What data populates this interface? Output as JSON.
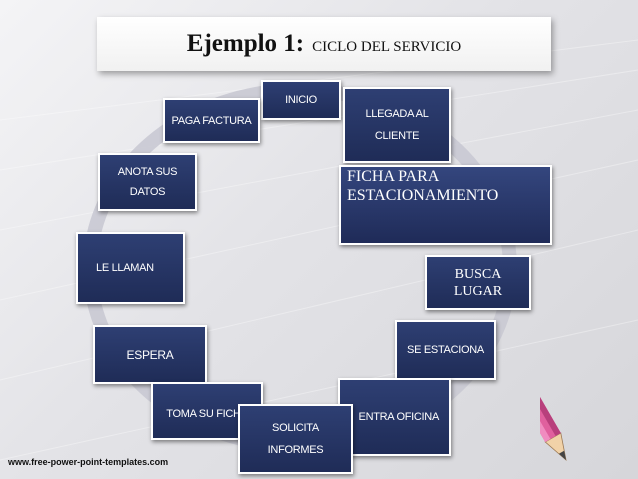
{
  "title": {
    "main": "Ejemplo 1:",
    "sub": "CICLO DEL SERVICIO"
  },
  "nodes": {
    "inicio": "INICIO",
    "llegada_1": "LLEGADA AL",
    "llegada_2": "CLIENTE",
    "ficha_1": "FICHA PARA",
    "ficha_2": "ESTACIONAMIENTO",
    "busca_1": "BUSCA",
    "busca_2": "LUGAR",
    "se_estaciona": "SE ESTACIONA",
    "entra_oficina": "ENTRA OFICINA",
    "solicita_1": "SOLICITA",
    "solicita_2": "INFORMES",
    "toma_su_ficha": "TOMA SU FICHA",
    "espera": "ESPERA",
    "le_llaman": "LE LLAMAN",
    "anota_1": "ANOTA SUS",
    "anota_2": "DATOS",
    "paga_factura": "PAGA FACTURA"
  },
  "footer": "www.free-power-point-templates.com",
  "colors": {
    "node_fill": "#24325f",
    "node_border": "#ffffff",
    "ring": "#c9c9d3",
    "pencil_body": "#e0609e"
  }
}
